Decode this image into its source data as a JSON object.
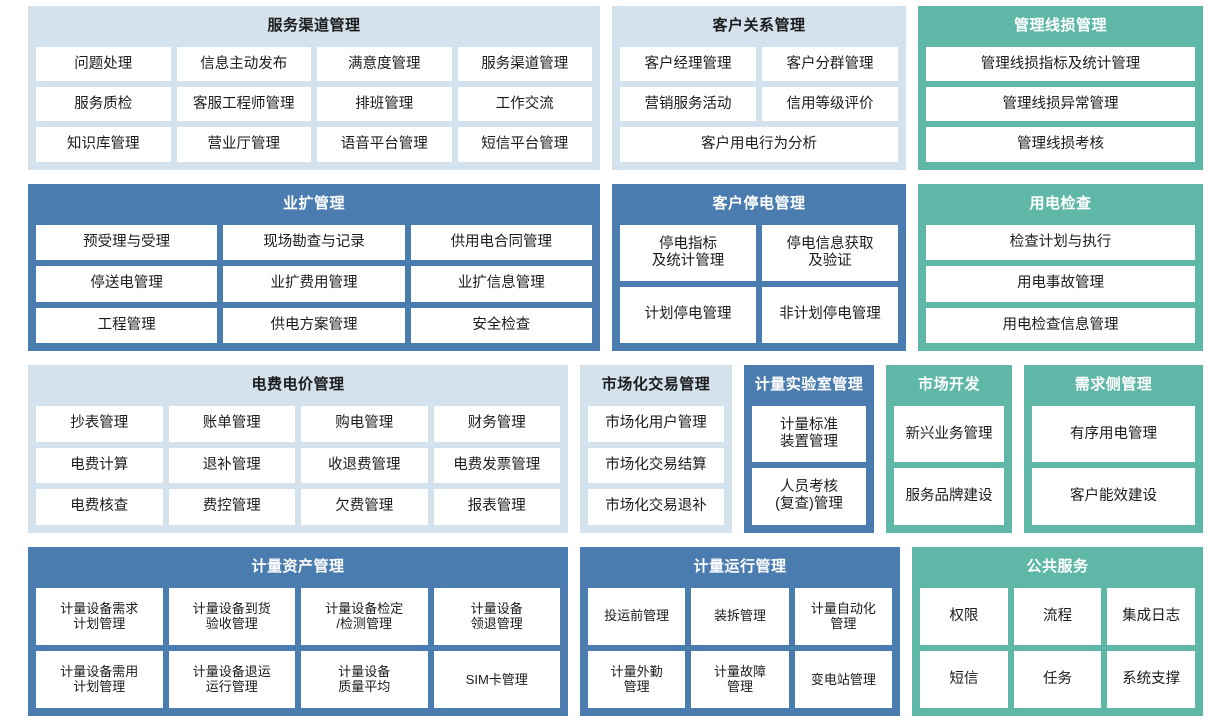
{
  "colors": {
    "light_blue_panel": "#d4e2ee",
    "blue_panel": "#4a7cb0",
    "teal_panel": "#5fb8a7",
    "tile": "#ffffff",
    "text_dark": "#1b1b1b",
    "text_light": "#ffffff",
    "page_background": "#ffffff"
  },
  "rows": [
    {
      "panels": [
        {
          "title": "服务渠道管理",
          "style": "lightblue",
          "tile_rows": [
            [
              "问题处理",
              "信息主动发布",
              "满意度管理",
              "服务渠道管理"
            ],
            [
              "服务质检",
              "客服工程师管理",
              "排班管理",
              "工作交流"
            ],
            [
              "知识库管理",
              "营业厅管理",
              "语音平台管理",
              "短信平台管理"
            ]
          ]
        },
        {
          "title": "客户关系管理",
          "style": "lightblue",
          "tile_rows": [
            [
              "客户经理管理",
              "客户分群管理"
            ],
            [
              "营销服务活动",
              "信用等级评价"
            ],
            [
              "客户用电行为分析"
            ]
          ]
        },
        {
          "title": "管理线损管理",
          "style": "teal",
          "tile_rows": [
            [
              "管理线损指标及统计管理"
            ],
            [
              "管理线损异常管理"
            ],
            [
              "管理线损考核"
            ]
          ]
        }
      ]
    },
    {
      "panels": [
        {
          "title": "业扩管理",
          "style": "blue",
          "tile_rows": [
            [
              "预受理与受理",
              "现场勘查与记录",
              "供用电合同管理"
            ],
            [
              "停送电管理",
              "业扩费用管理",
              "业扩信息管理"
            ],
            [
              "工程管理",
              "供电方案管理",
              "安全检查"
            ]
          ]
        },
        {
          "title": "客户停电管理",
          "style": "blue",
          "tile_rows": [
            [
              "停电指标\n及统计管理",
              "停电信息获取\n及验证"
            ],
            [
              "计划停电管理",
              "非计划停电管理"
            ]
          ]
        },
        {
          "title": "用电检查",
          "style": "teal",
          "tile_rows": [
            [
              "检查计划与执行"
            ],
            [
              "用电事故管理"
            ],
            [
              "用电检查信息管理"
            ]
          ]
        }
      ]
    },
    {
      "panels": [
        {
          "title": "电费电价管理",
          "style": "lightblue",
          "tile_rows": [
            [
              "抄表管理",
              "账单管理",
              "购电管理",
              "财务管理"
            ],
            [
              "电费计算",
              "退补管理",
              "收退费管理",
              "电费发票管理"
            ],
            [
              "电费核查",
              "费控管理",
              "欠费管理",
              "报表管理"
            ]
          ]
        },
        {
          "title": "市场化交易管理",
          "style": "lightblue",
          "tile_rows": [
            [
              "市场化用户管理"
            ],
            [
              "市场化交易结算"
            ],
            [
              "市场化交易退补"
            ]
          ]
        },
        {
          "title": "计量实验室管理",
          "style": "blue",
          "tile_rows": [
            [
              "计量标准\n装置管理"
            ],
            [
              "人员考核\n(复查)管理"
            ]
          ]
        },
        {
          "title": "市场开发",
          "style": "teal",
          "tile_rows": [
            [
              "新兴业务管理"
            ],
            [
              "服务品牌建设"
            ]
          ]
        },
        {
          "title": "需求侧管理",
          "style": "teal",
          "tile_rows": [
            [
              "有序用电管理"
            ],
            [
              "客户能效建设"
            ]
          ]
        }
      ]
    },
    {
      "panels": [
        {
          "title": "计量资产管理",
          "style": "blue",
          "tile_rows": [
            [
              "计量设备需求\n计划管理",
              "计量设备到货\n验收管理",
              "计量设备检定\n/检测管理",
              "计量设备\n领退管理"
            ],
            [
              "计量设备需用\n计划管理",
              "计量设备退运\n运行管理",
              "计量设备\n质量平均",
              "SIM卡管理"
            ]
          ]
        },
        {
          "title": "计量运行管理",
          "style": "blue",
          "tile_rows": [
            [
              "投运前管理",
              "装拆管理",
              "计量自动化\n管理"
            ],
            [
              "计量外勤\n管理",
              "计量故障\n管理",
              "变电站管理"
            ]
          ]
        },
        {
          "title": "公共服务",
          "style": "teal",
          "tile_rows": [
            [
              "权限",
              "流程",
              "集成日志"
            ],
            [
              "短信",
              "任务",
              "系统支撑"
            ]
          ]
        }
      ]
    }
  ]
}
